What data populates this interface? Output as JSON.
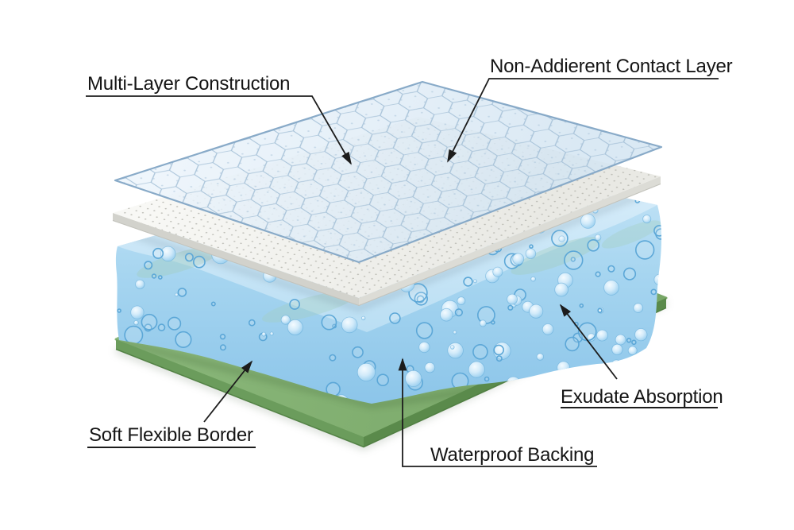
{
  "diagram": {
    "type": "layered-wound-dressing-exploded-view",
    "labels": {
      "multi_layer": "Multi-Layer Construction",
      "contact_layer": "Non-Addierent Contact Layer",
      "soft_border": "Soft Flexible Border",
      "waterproof_backing": "Waterproof Backing",
      "exudate_absorption": "Exudate Absorption"
    },
    "layers": [
      {
        "name": "hex-mesh-film"
      },
      {
        "name": "non-adherent-pad"
      },
      {
        "name": "absorbent-foam-core"
      },
      {
        "name": "waterproof-backing-sheet"
      }
    ],
    "colors": {
      "background": "#ffffff",
      "label_text": "#151515",
      "leader_line": "#1c1c1c",
      "film_light": "#ecf4fb",
      "film_base": "#d4e5f2",
      "film_stroke": "#88aac8",
      "hex_line": "#a3bfd6",
      "pad_top": "#f8f8f5",
      "pad_shade": "#e9e9e4",
      "pad_edge_left": "#d2d2cc",
      "pad_edge_right": "#dcdcd6",
      "pad_dot": "#b7b7b0",
      "foam_light": "#c8e6f7",
      "foam_mid": "#a6d5f0",
      "foam_deep": "#8ac4e9",
      "foam_top_light": "#dceffb",
      "foam_top_shade": "#b9def3",
      "foam_teal": "#a3cdbd",
      "bubble_stroke": "#5ca7d7",
      "backing_top": "#8cb97c",
      "backing_top_dark": "#76a565",
      "backing_left": "#6b9c5c",
      "backing_right": "#5a8a4b",
      "backing_edge": "#4c7a3f",
      "shadow": "#97a494"
    }
  }
}
